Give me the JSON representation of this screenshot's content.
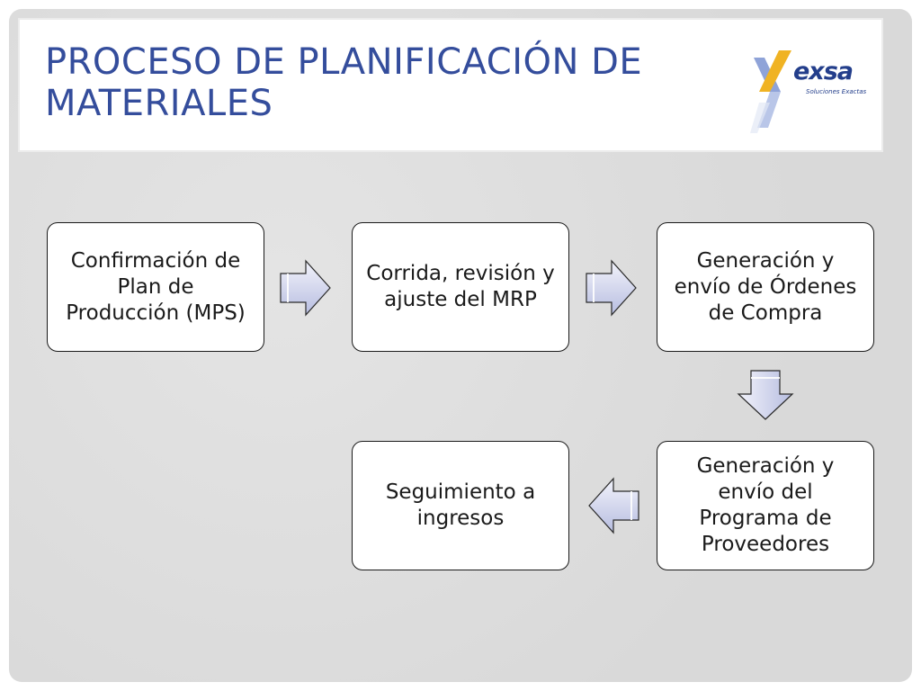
{
  "slide": {
    "title": "PROCESO DE PLANIFICACIÓN DE MATERIALES",
    "logo": {
      "brand": "exsa",
      "tagline": "Soluciones Exactas"
    }
  },
  "flow": {
    "steps": [
      {
        "label": "Confirmación de Plan de Producción (MPS)"
      },
      {
        "label": "Corrida, revisión y ajuste del MRP"
      },
      {
        "label": "Generación y envío de Órdenes de Compra"
      },
      {
        "label": "Generación y envío del Programa de Proveedores"
      },
      {
        "label": "Seguimiento a ingresos"
      }
    ],
    "connections": [
      {
        "from": 0,
        "to": 1,
        "direction": "right"
      },
      {
        "from": 1,
        "to": 2,
        "direction": "right"
      },
      {
        "from": 2,
        "to": 3,
        "direction": "down"
      },
      {
        "from": 3,
        "to": 4,
        "direction": "left"
      }
    ]
  },
  "colors": {
    "title": "#344d9c",
    "arrow_fill_top": "#f2f3fb",
    "arrow_fill_bottom": "#b7bde0",
    "box_border": "#1a1a1a"
  }
}
